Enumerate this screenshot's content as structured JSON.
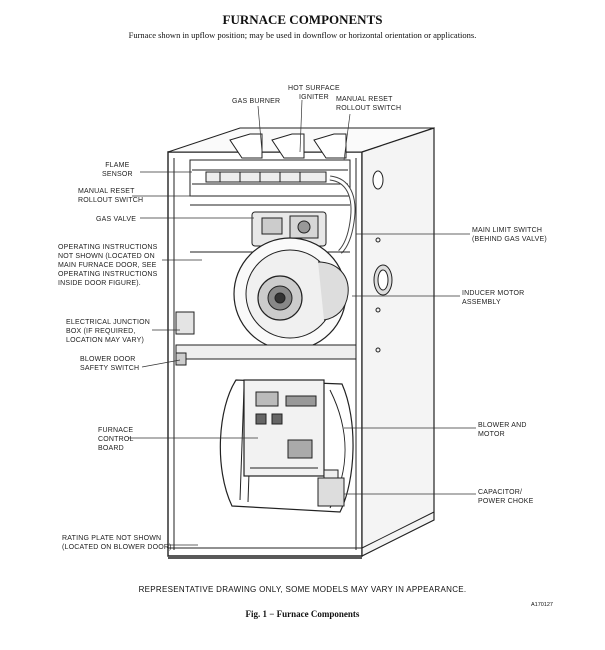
{
  "header": {
    "title": "FURNACE COMPONENTS",
    "subtitle": "Furnace shown in upflow position; may be used in downflow or horizontal orientation or applications."
  },
  "callouts": {
    "gas_burner": [
      "GAS BURNER"
    ],
    "hot_surface_igniter": [
      "HOT SURFACE",
      "IGNITER"
    ],
    "manual_reset_rollout_top": [
      "MANUAL RESET",
      "ROLLOUT SWITCH"
    ],
    "flame_sensor": [
      "FLAME",
      "SENSOR"
    ],
    "manual_reset_rollout_left": [
      "MANUAL RESET",
      "ROLLOUT SWITCH"
    ],
    "gas_valve": [
      "GAS VALVE"
    ],
    "operating_instructions": [
      "OPERATING INSTRUCTIONS",
      "NOT SHOWN (LOCATED ON",
      "MAIN FURNACE DOOR, SEE",
      "OPERATING INSTRUCTIONS",
      "INSIDE DOOR FIGURE)."
    ],
    "electrical_junction_box": [
      "ELECTRICAL JUNCTION",
      "BOX (IF REQUIRED,",
      "LOCATION MAY VARY)"
    ],
    "blower_door_safety_switch": [
      "BLOWER DOOR",
      "SAFETY SWITCH"
    ],
    "furnace_control_board": [
      "FURNACE",
      "CONTROL",
      "BOARD"
    ],
    "rating_plate": [
      "RATING PLATE NOT SHOWN",
      "(LOCATED ON BLOWER DOOR)"
    ],
    "main_limit_switch": [
      "MAIN LIMIT SWITCH",
      "(BEHIND GAS VALVE)"
    ],
    "inducer_motor_assembly": [
      "INDUCER MOTOR",
      "ASSEMBLY"
    ],
    "blower_and_motor": [
      "BLOWER AND",
      "MOTOR"
    ],
    "capacitor_power_choke": [
      "CAPACITOR/",
      "POWER CHOKE"
    ]
  },
  "footer": {
    "note": "REPRESENTATIVE DRAWING ONLY, SOME MODELS MAY VARY IN APPEARANCE.",
    "drawing_code": "A170127",
    "caption": "Fig. 1 − Furnace Components"
  }
}
